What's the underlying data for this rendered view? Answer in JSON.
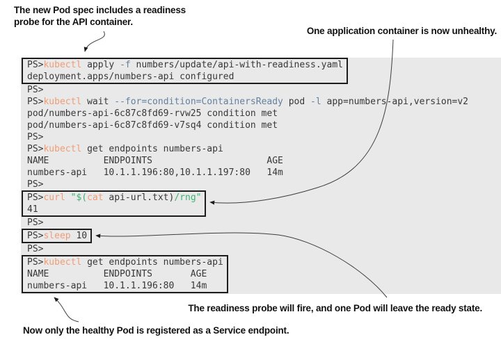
{
  "annotations": {
    "top_left_line1": "The new Pod spec includes a readiness",
    "top_left_line2": "probe for the API container.",
    "top_right": "One application container is now unhealthy.",
    "bottom_right": "The readiness probe will fire, and one Pod will leave the ready state.",
    "bottom_left": "Now only the healthy Pod is registered as a Service endpoint."
  },
  "colors": {
    "command": "#ef9d76",
    "flag": "#64819f",
    "string": "#3cb371",
    "terminal_text": "#383838",
    "terminal_background": "#e9e9e9",
    "box_border": "#1d1d1d"
  },
  "terminal": {
    "groups": [
      {
        "type": "box",
        "name": "apply-command-box",
        "lines": [
          [
            {
              "t": "PS>",
              "c": "plain"
            },
            {
              "t": "kubectl",
              "c": "cmd"
            },
            {
              "t": " apply ",
              "c": "plain"
            },
            {
              "t": "-f",
              "c": "flag"
            },
            {
              "t": " numbers/update/api-with-readiness.yaml",
              "c": "plain"
            }
          ],
          [
            {
              "t": "deployment.apps/numbers-api configured",
              "c": "plain"
            }
          ]
        ]
      },
      {
        "type": "plain",
        "name": "wait-and-endpoints-output",
        "lines": [
          [
            {
              "t": "PS>",
              "c": "plain"
            }
          ],
          [
            {
              "t": "PS>",
              "c": "plain"
            },
            {
              "t": "kubectl",
              "c": "cmd"
            },
            {
              "t": " wait ",
              "c": "plain"
            },
            {
              "t": "--for=condition=ContainersReady",
              "c": "flag"
            },
            {
              "t": " pod ",
              "c": "plain"
            },
            {
              "t": "-l",
              "c": "flag"
            },
            {
              "t": " app=numbers-api,version=v2",
              "c": "plain"
            }
          ],
          [
            {
              "t": "pod/numbers-api-6c87c8fd69-rvw25 condition met",
              "c": "plain"
            }
          ],
          [
            {
              "t": "pod/numbers-api-6c87c8fd69-v7sq4 condition met",
              "c": "plain"
            }
          ],
          [
            {
              "t": "PS>",
              "c": "plain"
            }
          ],
          [
            {
              "t": "PS>",
              "c": "plain"
            },
            {
              "t": "kubectl",
              "c": "cmd"
            },
            {
              "t": " get endpoints numbers-api",
              "c": "plain"
            }
          ],
          [
            {
              "t": "NAME          ENDPOINTS                     AGE",
              "c": "plain"
            }
          ],
          [
            {
              "t": "numbers-api   10.1.1.196:80,10.1.1.197:80   14m",
              "c": "plain"
            }
          ],
          [
            {
              "t": "PS>",
              "c": "plain"
            }
          ]
        ]
      },
      {
        "type": "box",
        "name": "curl-command-box",
        "lines": [
          [
            {
              "t": "PS>",
              "c": "plain"
            },
            {
              "t": "curl",
              "c": "cmd"
            },
            {
              "t": " ",
              "c": "plain"
            },
            {
              "t": "\"$(",
              "c": "str"
            },
            {
              "t": "cat",
              "c": "cmd"
            },
            {
              "t": " api-url.txt)",
              "c": "plain"
            },
            {
              "t": "/rng\"",
              "c": "str"
            }
          ],
          [
            {
              "t": "41",
              "c": "plain"
            }
          ]
        ]
      },
      {
        "type": "plain",
        "name": "prompt-gap-1",
        "lines": [
          [
            {
              "t": "PS>",
              "c": "plain"
            }
          ]
        ]
      },
      {
        "type": "box",
        "name": "sleep-command-box",
        "lines": [
          [
            {
              "t": "PS>",
              "c": "plain"
            },
            {
              "t": "sleep",
              "c": "cmd"
            },
            {
              "t": " 10",
              "c": "plain"
            }
          ]
        ]
      },
      {
        "type": "plain",
        "name": "prompt-gap-2",
        "lines": [
          [
            {
              "t": "PS>",
              "c": "plain"
            }
          ]
        ]
      },
      {
        "type": "box",
        "name": "endpoints-command-box",
        "lines": [
          [
            {
              "t": "PS>",
              "c": "plain"
            },
            {
              "t": "kubectl",
              "c": "cmd"
            },
            {
              "t": " get endpoints numbers-api",
              "c": "plain"
            }
          ],
          [
            {
              "t": "NAME          ENDPOINTS       AGE",
              "c": "plain"
            }
          ],
          [
            {
              "t": "numbers-api   10.1.1.196:80   14m",
              "c": "plain"
            }
          ]
        ]
      }
    ]
  }
}
